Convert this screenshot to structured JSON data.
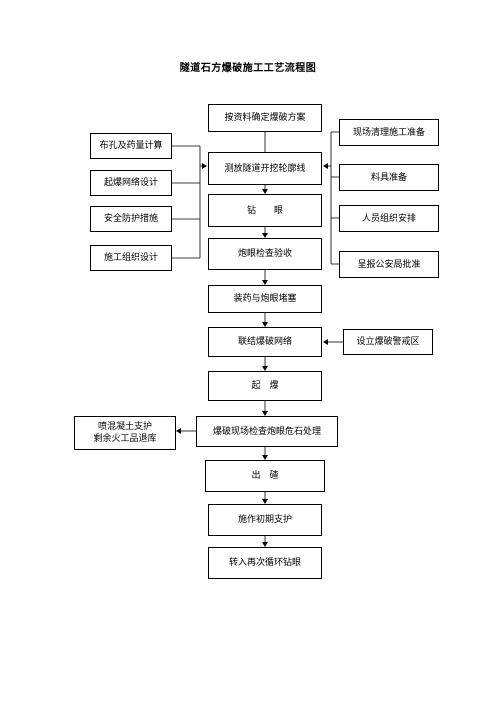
{
  "title": "隧道石方爆破施工工艺流程图",
  "main_steps": [
    "按资料确定爆破方案",
    "测放隧道开挖轮廓线",
    "钻　　眼",
    "炮眼检查验收",
    "装药与炮眼堵塞",
    "联结爆破网络",
    "起　爆",
    "爆破现场检查炮眼危石处理",
    "出　碴",
    "施作初期支护",
    "转入再次循环钻眼"
  ],
  "left_inputs": [
    "布孔及药量计算",
    "起爆网络设计",
    "安全防护措施",
    "施工组织设计"
  ],
  "right_inputs": [
    "现场清理施工准备",
    "料具准备",
    "人员组织安排",
    "呈报公安局批准"
  ],
  "blast_warning": "设立爆破警戒区",
  "post_blast": "喷混凝土支护\n剩余火工品退库"
}
